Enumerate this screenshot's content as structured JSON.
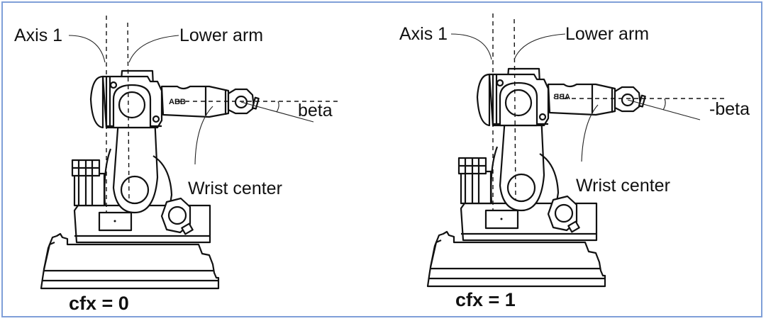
{
  "colors": {
    "frame_border": "#7f9fd8",
    "ink": "#111111",
    "background": "#ffffff"
  },
  "panels": [
    {
      "labels": {
        "axis1": "Axis 1",
        "lower_arm": "Lower arm",
        "angle": "beta",
        "wrist_center": "Wrist center",
        "logo": "ABB"
      },
      "caption": "cfx = 0"
    },
    {
      "labels": {
        "axis1": "Axis 1",
        "lower_arm": "Lower arm",
        "angle": "-beta",
        "wrist_center": "Wrist center",
        "logo": "ABB"
      },
      "caption": "cfx = 1"
    }
  ]
}
